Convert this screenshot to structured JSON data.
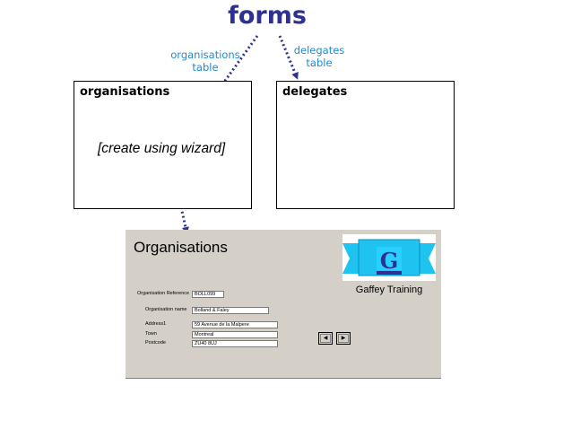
{
  "title": "forms",
  "notes": {
    "organisations_table": [
      "organisations",
      "table"
    ],
    "delegates_table": [
      "delegates",
      "table"
    ]
  },
  "boxes": {
    "organisations": {
      "label": "organisations",
      "body": "[create using wizard]"
    },
    "delegates": {
      "label": "delegates"
    }
  },
  "form": {
    "heading": "Organisations",
    "logo_letter": "G",
    "logo_caption": "Gaffey Training",
    "fields": {
      "org_reference": {
        "label": "Organisation Reference",
        "value": "BOLL099"
      },
      "org_name": {
        "label": "Organisation name",
        "value": "Bolland & Faley"
      },
      "address1": {
        "label": "Address1",
        "value": "59 Avenue de la Malpere"
      },
      "town": {
        "label": "Town",
        "value": "Montreal"
      },
      "postcode": {
        "label": "Postcode",
        "value": "ZU40 8UJ"
      }
    },
    "nav": {
      "prev_icon": "left-triangle-icon",
      "next_icon": "right-triangle-icon"
    }
  },
  "colors": {
    "title": "#2e3192",
    "notes": "#1f8ad2",
    "arrows": "#2e3192",
    "form_bg": "#d4d0c8",
    "logo_cyan": "#1ec3f0",
    "logo_letter": "#2e3192"
  }
}
